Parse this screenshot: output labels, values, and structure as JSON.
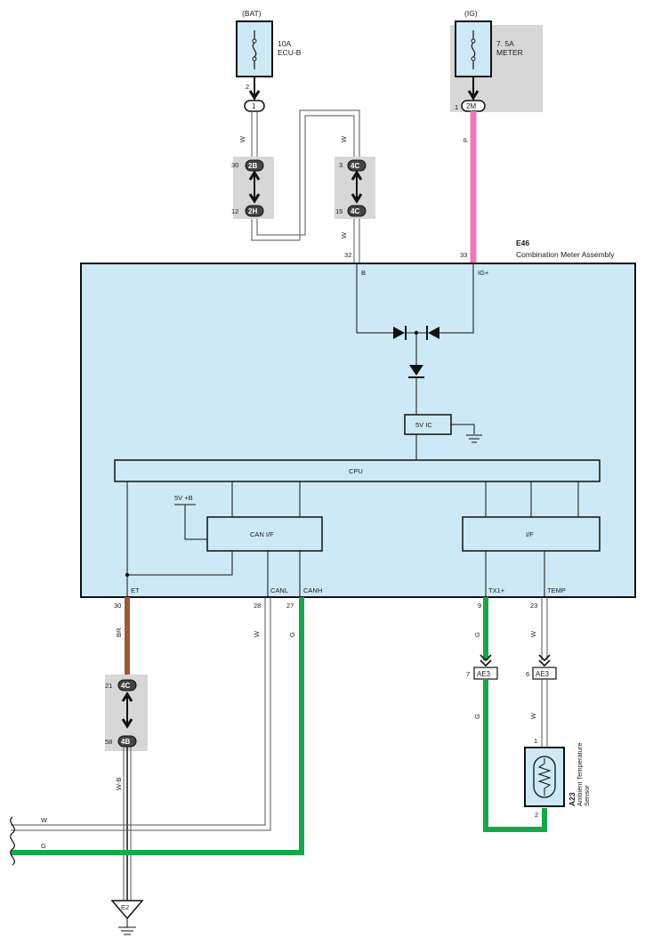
{
  "power": {
    "bat": {
      "supply": "(BAT)",
      "fuse": "10A",
      "name": "ECU-B",
      "pin": "2",
      "conn": "1"
    },
    "ig": {
      "supply": "(IG)",
      "fuse": "7. 5A",
      "name": "METER",
      "pin": "1",
      "conn": "2M"
    }
  },
  "wires": {
    "w": "W",
    "p": "P",
    "br": "BR",
    "g": "G",
    "wb": "W-B"
  },
  "junctions": {
    "j2b": {
      "pin": "30",
      "name": "2B"
    },
    "j2h": {
      "pin": "12",
      "name": "2H"
    },
    "j4c_a": {
      "pin": "3",
      "name": "4C"
    },
    "j4c_b": {
      "pin": "15",
      "name": "4C"
    },
    "j4c_c": {
      "pin": "21",
      "name": "4C"
    },
    "j4b": {
      "pin": "58",
      "name": "4B"
    }
  },
  "meter": {
    "code": "E46",
    "name": "Combination Meter Assembly",
    "pins": {
      "b": "32",
      "ig": "33",
      "et": "30",
      "canl": "28",
      "canh": "27",
      "tx1": "9",
      "temp": "23"
    },
    "terminals": {
      "b": "B",
      "ig": "IG+",
      "et": "ET",
      "canl": "CANL",
      "canh": "CANH",
      "tx1": "TX1+",
      "temp": "TEMP"
    },
    "blocks": {
      "ic": "5V IC",
      "cpu": "CPU",
      "canif": "CAN I/F",
      "if": "I/F",
      "vb": "5V +B"
    }
  },
  "ae3": {
    "left": {
      "pin": "7",
      "name": "AE3"
    },
    "right": {
      "pin": "6",
      "name": "AE3"
    }
  },
  "sensor": {
    "code": "A23",
    "line1": "Ambient Temperature",
    "line2": "Sensor",
    "pin_top": "1",
    "pin_bot": "2"
  },
  "ground": {
    "name": "E2"
  },
  "colors": {
    "pink": "#f07ab8",
    "green": "#15a84a",
    "brown": "#a2573a",
    "panel": "#cde9f7",
    "shade": "#d7d7d7"
  }
}
